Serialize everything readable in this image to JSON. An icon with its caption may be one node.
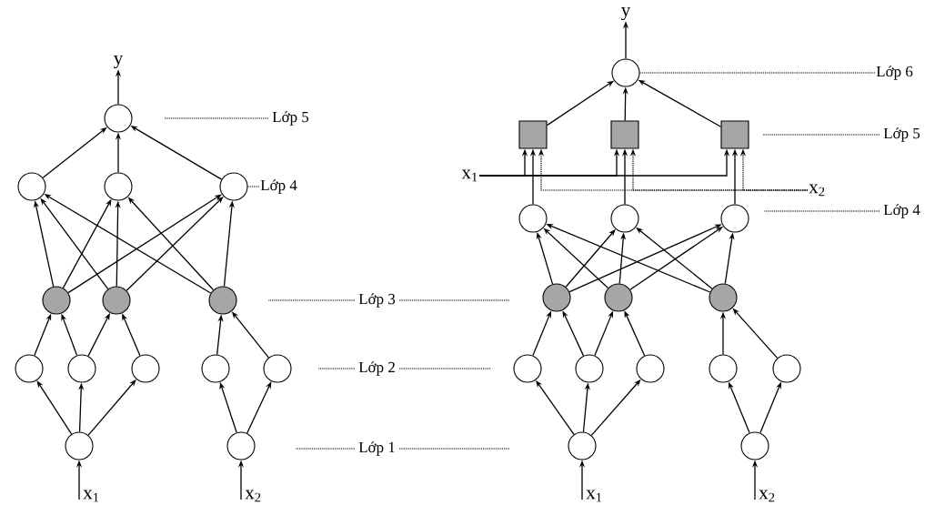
{
  "diagram": {
    "nodes": [
      {
        "text": [
          "y"
        ]
      },
      {
        "text": [],
        "shape": "circle"
      },
      {
        "text": [],
        "shape": "circle"
      },
      {
        "text": [],
        "shape": "circle"
      },
      {
        "text": [],
        "shape": "circle"
      },
      {
        "text": [],
        "shape": "circle"
      },
      {
        "text": [],
        "shape": "circle"
      },
      {
        "text": [],
        "shape": "circle"
      },
      {
        "text": [],
        "shape": "circle"
      },
      {
        "text": [],
        "shape": "circle"
      },
      {
        "text": [],
        "shape": "circle"
      },
      {
        "text": [],
        "shape": "circle"
      },
      {
        "text": [],
        "shape": "circle"
      },
      {
        "text": [],
        "shape": "circle"
      },
      {
        "text": [],
        "shape": "circle"
      },
      {
        "text": [
          "x$_{1}$"
        ]
      },
      {
        "text": [
          "x$_{2}$"
        ]
      },
      {
        "text": [
          "y"
        ]
      },
      {
        "text": [],
        "shape": "circle"
      },
      {
        "text": [],
        "shape": "box"
      },
      {
        "text": [],
        "shape": "box"
      },
      {
        "text": [],
        "shape": "box"
      },
      {
        "text": [
          "x$_{1}$"
        ]
      },
      {
        "text": [
          "x$_{2}$"
        ]
      },
      {
        "text": [],
        "shape": "circle"
      },
      {
        "text": [],
        "shape": "circle"
      },
      {
        "text": [],
        "shape": "circle"
      },
      {
        "text": [],
        "shape": "circle"
      },
      {
        "text": [],
        "shape": "circle"
      },
      {
        "text": [],
        "shape": "circle"
      },
      {
        "text": [],
        "shape": "circle"
      },
      {
        "text": [],
        "shape": "circle"
      },
      {
        "text": [],
        "shape": "circle"
      },
      {
        "text": [],
        "shape": "circle"
      },
      {
        "text": [],
        "shape": "circle"
      },
      {
        "text": [],
        "shape": "circle"
      },
      {
        "text": [],
        "shape": "circle"
      },
      {
        "text": [
          "x$_{1}$"
        ]
      },
      {
        "text": [
          "x$_{2}$"
        ]
      },
      {
        "text": [
          "Lớp 5"
        ]
      },
      {
        "text": [
          "Lớp 4"
        ]
      },
      {
        "text": [
          "Lớp 3"
        ]
      },
      {
        "text": [
          "Lớp 2"
        ]
      },
      {
        "text": [
          "Lớp 1"
        ]
      },
      {
        "text": [
          "Lớp 6"
        ]
      },
      {
        "text": [
          "Lớp 5"
        ]
      },
      {
        "text": [
          "Lớp 4"
        ]
      }
    ],
    "edges": [
      {
        "from": 1,
        "to": 0,
        "arrow": "to"
      },
      {
        "from": 2,
        "to": 1,
        "arrow": "to"
      },
      {
        "from": 3,
        "to": 1,
        "arrow": "to"
      },
      {
        "from": 4,
        "to": 1,
        "arrow": "to"
      },
      {
        "from": 5,
        "to": 2,
        "arrow": "to"
      },
      {
        "from": 5,
        "to": 3,
        "arrow": "to"
      },
      {
        "from": 5,
        "to": 4,
        "arrow": "to"
      },
      {
        "from": 6,
        "to": 2,
        "arrow": "to"
      },
      {
        "from": 6,
        "to": 3,
        "arrow": "to"
      },
      {
        "from": 6,
        "to": 4,
        "arrow": "to"
      },
      {
        "from": 7,
        "to": 2,
        "arrow": "to"
      },
      {
        "from": 7,
        "to": 3,
        "arrow": "to"
      },
      {
        "from": 7,
        "to": 4,
        "arrow": "to"
      },
      {
        "from": 8,
        "to": 5,
        "arrow": "to"
      },
      {
        "from": 9,
        "to": 5,
        "arrow": "to"
      },
      {
        "from": 9,
        "to": 6,
        "arrow": "to"
      },
      {
        "from": 10,
        "to": 6,
        "arrow": "to"
      },
      {
        "from": 11,
        "to": 7,
        "arrow": "to"
      },
      {
        "from": 12,
        "to": 7,
        "arrow": "to"
      },
      {
        "from": 13,
        "to": 8,
        "arrow": "to"
      },
      {
        "from": 13,
        "to": 9,
        "arrow": "to"
      },
      {
        "from": 13,
        "to": 10,
        "arrow": "to"
      },
      {
        "from": 14,
        "to": 11,
        "arrow": "to"
      },
      {
        "from": 14,
        "to": 12,
        "arrow": "to"
      },
      {
        "from": 15,
        "to": 13,
        "arrow": "to"
      },
      {
        "from": 16,
        "to": 14,
        "arrow": "to"
      },
      {
        "from": 18,
        "to": 17,
        "arrow": "to"
      },
      {
        "from": 19,
        "to": 18,
        "arrow": "to"
      },
      {
        "from": 20,
        "to": 18,
        "arrow": "to"
      },
      {
        "from": 21,
        "to": 18,
        "arrow": "to"
      },
      {
        "from": 24,
        "to": 19,
        "arrow": "to"
      },
      {
        "from": 25,
        "to": 20,
        "arrow": "to"
      },
      {
        "from": 26,
        "to": 21,
        "arrow": "to"
      },
      {
        "from": 22,
        "to": 19,
        "arrow": "to"
      },
      {
        "from": 22,
        "to": 20,
        "arrow": "to"
      },
      {
        "from": 22,
        "to": 21,
        "arrow": "to"
      },
      {
        "from": 23,
        "to": 19,
        "arrow": "to",
        "style": "dashed"
      },
      {
        "from": 23,
        "to": 20,
        "arrow": "to",
        "style": "dashed"
      },
      {
        "from": 23,
        "to": 21,
        "arrow": "to",
        "style": "dashed"
      },
      {
        "from": 27,
        "to": 24,
        "arrow": "to"
      },
      {
        "from": 27,
        "to": 25,
        "arrow": "to"
      },
      {
        "from": 27,
        "to": 26,
        "arrow": "to"
      },
      {
        "from": 28,
        "to": 24,
        "arrow": "to"
      },
      {
        "from": 28,
        "to": 25,
        "arrow": "to"
      },
      {
        "from": 28,
        "to": 26,
        "arrow": "to"
      },
      {
        "from": 29,
        "to": 24,
        "arrow": "to"
      },
      {
        "from": 29,
        "to": 25,
        "arrow": "to"
      },
      {
        "from": 29,
        "to": 26,
        "arrow": "to"
      },
      {
        "from": 30,
        "to": 27,
        "arrow": "to"
      },
      {
        "from": 31,
        "to": 27,
        "arrow": "to"
      },
      {
        "from": 31,
        "to": 28,
        "arrow": "to"
      },
      {
        "from": 32,
        "to": 28,
        "arrow": "to"
      },
      {
        "from": 33,
        "to": 29,
        "arrow": "to"
      },
      {
        "from": 34,
        "to": 29,
        "arrow": "to"
      },
      {
        "from": 35,
        "to": 30,
        "arrow": "to"
      },
      {
        "from": 35,
        "to": 31,
        "arrow": "to"
      },
      {
        "from": 35,
        "to": 32,
        "arrow": "to"
      },
      {
        "from": 36,
        "to": 33,
        "arrow": "to"
      },
      {
        "from": 36,
        "to": 34,
        "arrow": "to"
      },
      {
        "from": 37,
        "to": 35,
        "arrow": "to"
      },
      {
        "from": 38,
        "to": 36,
        "arrow": "to"
      },
      {
        "from": 39,
        "to": null,
        "arrow": "none",
        "style": "dashed"
      },
      {
        "from": 40,
        "to": 4,
        "arrow": "none",
        "style": "dashed"
      },
      {
        "from": 41,
        "to": null,
        "arrow": "none",
        "style": "dashed"
      },
      {
        "from": 41,
        "to": null,
        "arrow": "none",
        "style": "dashed"
      },
      {
        "from": 42,
        "to": null,
        "arrow": "none",
        "style": "dashed"
      },
      {
        "from": 42,
        "to": null,
        "arrow": "none",
        "style": "dashed"
      },
      {
        "from": 43,
        "to": null,
        "arrow": "none",
        "style": "dashed"
      },
      {
        "from": 43,
        "to": null,
        "arrow": "none",
        "style": "dashed"
      },
      {
        "from": 44,
        "to": 18,
        "arrow": "none",
        "style": "dashed"
      },
      {
        "from": 45,
        "to": null,
        "arrow": "none",
        "style": "dashed"
      },
      {
        "from": 46,
        "to": null,
        "arrow": "none",
        "style": "dashed"
      }
    ]
  }
}
